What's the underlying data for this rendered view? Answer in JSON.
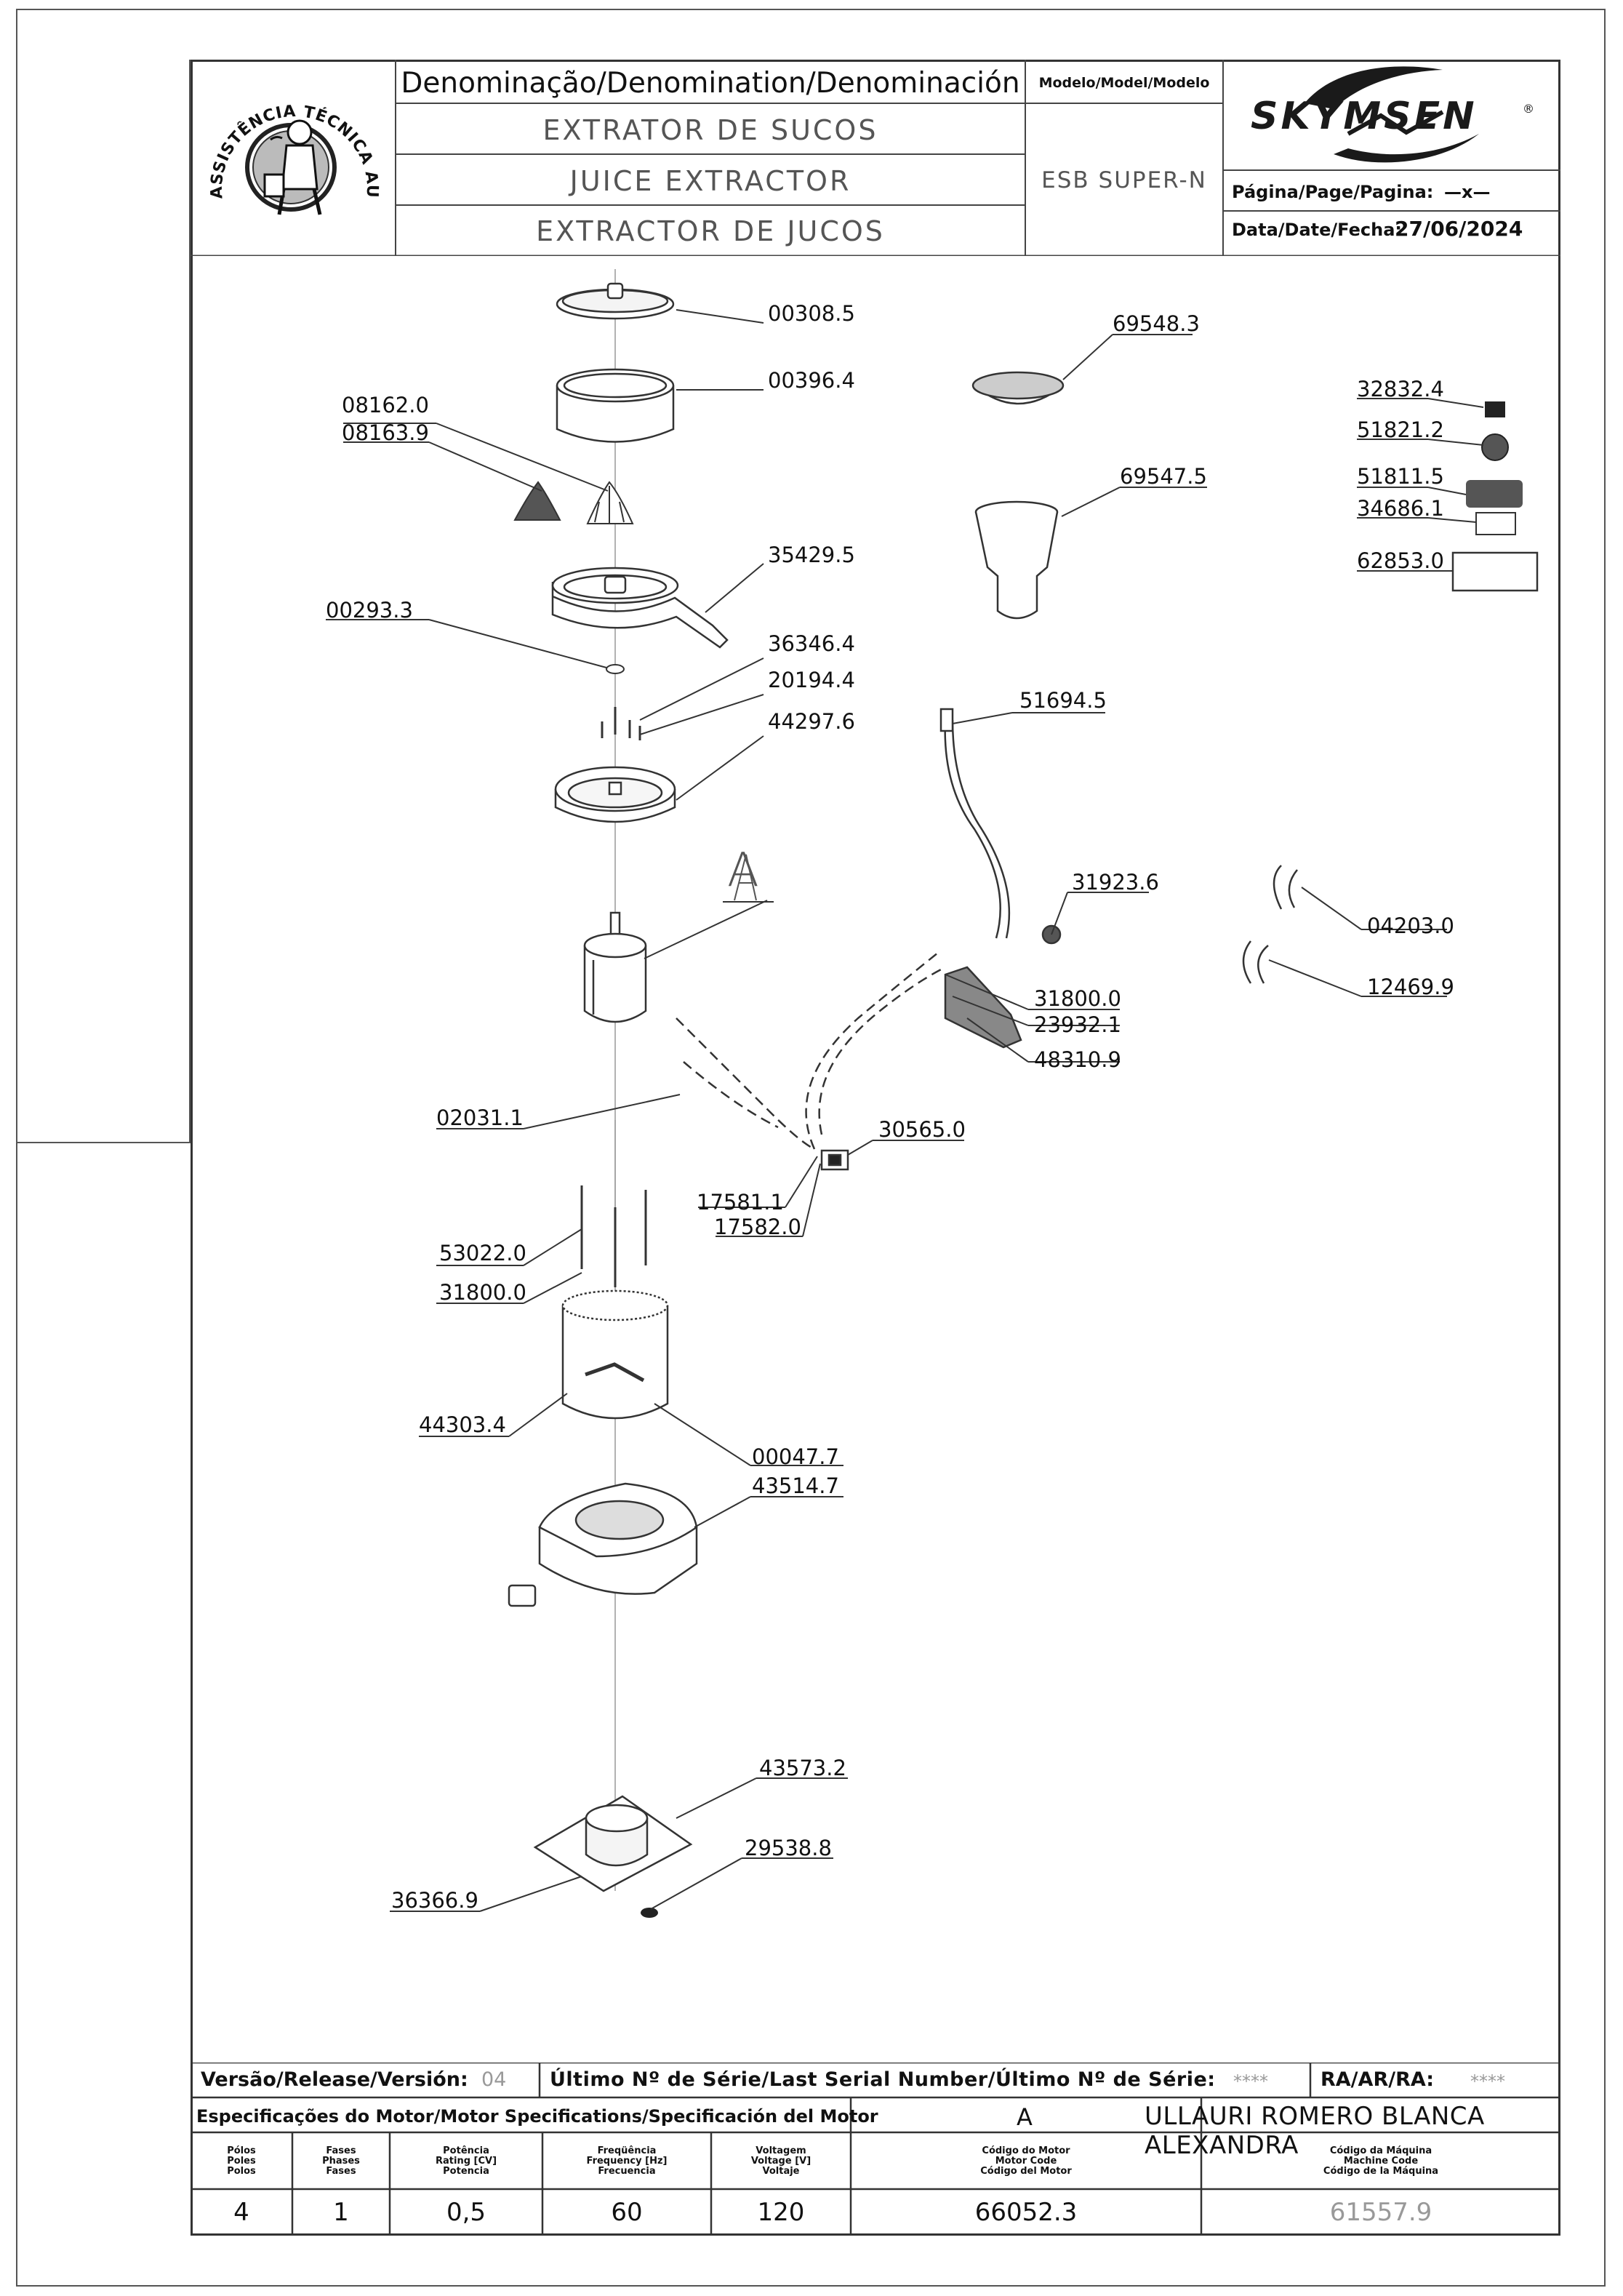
{
  "header": {
    "denomination_label": "Denominação/Denomination/Denominación",
    "model_label": "Modelo/Model/Modelo",
    "name_pt": "EXTRATOR DE SUCOS",
    "name_en": "JUICE EXTRACTOR",
    "name_es": "EXTRACTOR DE JUCOS",
    "model_value": "ESB SUPER-N",
    "brand": "SKYMSEN",
    "brand_mark": "®",
    "page_label": "Página/Page/Pagina:",
    "page_value": "—x—",
    "date_label": "Data/Date/Fecha:",
    "date_value": "27/06/2024",
    "seal_text": "ASSISTÊNCIA TÉCNICA AUTORIZADA"
  },
  "callouts": [
    "00308.5",
    "00396.4",
    "08162.0",
    "08163.9",
    "35429.5",
    "00293.3",
    "36346.4",
    "20194.4",
    "44297.6",
    "69548.3",
    "69547.5",
    "32832.4",
    "51821.2",
    "51811.5",
    "34686.1",
    "62853.0",
    "51694.5",
    "31923.6",
    "04203.0",
    "12469.9",
    "31800.0",
    "23932.1",
    "48310.9",
    "02031.1",
    "30565.0",
    "17581.1",
    "17582.0",
    "53022.0",
    "31800.0",
    "44303.4",
    "00047.7",
    "43514.7",
    "43573.2",
    "29538.8",
    "36366.9"
  ],
  "detail_letter": "A",
  "footer": {
    "version_label": "Versão/Release/Versión:",
    "version_value": "04",
    "serial_label": "Último Nº de Série/Last Serial Number/Último Nº de Série:",
    "serial_value": "****",
    "ra_label": "RA/AR/RA:",
    "ra_value": "****",
    "motor_spec_label": "Especificações do Motor/Motor Specifications/Specificación del Motor",
    "revision_letter": "A",
    "responsible": "ULLAURI ROMERO BLANCA ALEXANDRA",
    "columns": [
      {
        "l1": "Pólos",
        "l2": "Poles",
        "l3": "Polos",
        "value": "4"
      },
      {
        "l1": "Fases",
        "l2": "Phases",
        "l3": "Fases",
        "value": "1"
      },
      {
        "l1": "Potência",
        "l2": "Rating [CV]",
        "l3": "Potencia",
        "value": "0,5"
      },
      {
        "l1": "Freqüência",
        "l2": "Frequency [Hz]",
        "l3": "Frecuencia",
        "value": "60"
      },
      {
        "l1": "Voltagem",
        "l2": "Voltage [V]",
        "l3": "Voltaje",
        "value": "120"
      },
      {
        "l1": "Código do Motor",
        "l2": "Motor Code",
        "l3": "Código del Motor",
        "value": "66052.3"
      },
      {
        "l1": "Código da Máquina",
        "l2": "Machine Code",
        "l3": "Código de la Máquina",
        "value": "61557.9"
      }
    ]
  },
  "colors": {
    "line": "#333333",
    "grey_text": "#999999",
    "brand_dark": "#1a1a1a"
  }
}
